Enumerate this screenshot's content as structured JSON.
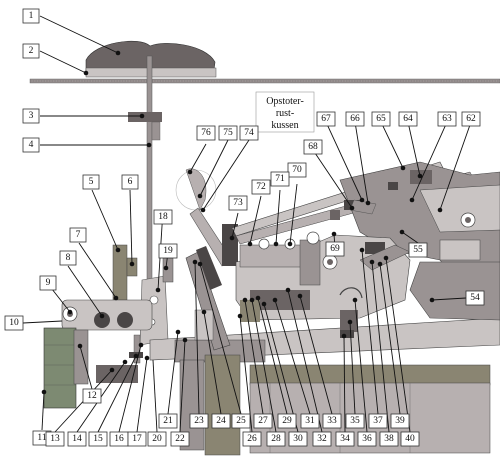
{
  "diagram": {
    "annotation_lines": [
      "Opstoter-",
      "rust-",
      "kussen"
    ],
    "part_labels": [
      "1",
      "2",
      "3",
      "4",
      "5",
      "6",
      "7",
      "8",
      "9",
      "10",
      "11",
      "12",
      "13",
      "14",
      "15",
      "16",
      "17",
      "18",
      "19",
      "20",
      "21",
      "22",
      "23",
      "24",
      "25",
      "26",
      "27",
      "28",
      "29",
      "30",
      "31",
      "32",
      "33",
      "34",
      "35",
      "36",
      "37",
      "38",
      "39",
      "40",
      "54",
      "55",
      "62",
      "63",
      "64",
      "65",
      "66",
      "67",
      "68",
      "69",
      "70",
      "71",
      "72",
      "73",
      "74",
      "75",
      "76"
    ],
    "colors": {
      "frame_dark": "#6b6464",
      "frame_mid": "#9a9393",
      "frame_light": "#c9c4c3",
      "base_green": "#7d8a72",
      "wood": "#8a8572",
      "hammer_wood": "#b7b0b0",
      "felt": "#4a4646",
      "background": "#ffffff"
    }
  }
}
